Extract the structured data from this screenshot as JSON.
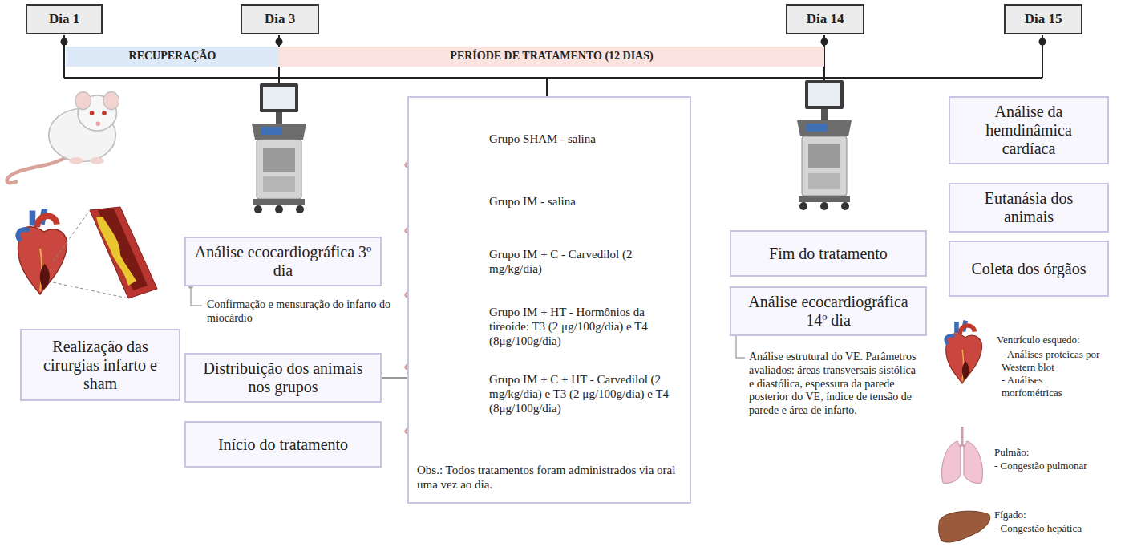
{
  "diagram": {
    "nodes": [
      {
        "text": [
          "Dia 1"
        ]
      },
      {
        "text": [
          "Dia 3"
        ]
      },
      {
        "text": [
          "Dia 14"
        ]
      },
      {
        "text": [
          "Dia 15"
        ]
      },
      {
        "text": [
          "RECUPERAÇÃO"
        ]
      },
      {
        "text": [
          "PERÍODE DE TRATAMENTO (12 DIAS)"
        ]
      },
      {
        "text": [
          "Realização das cirurgias infarto e sham"
        ]
      },
      {
        "text": [
          "Análise ecocardiográfica 3º dia"
        ]
      },
      {
        "text": [
          "Distribuição dos animais nos grupos"
        ]
      },
      {
        "text": [
          "Início do tratamento"
        ]
      },
      {
        "text": [
          "Grupo SHAM - salina",
          "Grupo IM - salina",
          "Grupo IM + C - Carvedilol (2 mg/kg/dia)",
          "Grupo IM + HT - Hormônios da tireoide: T3 (2 μg/100g/dia) e T4 (8μg/100g/dia)",
          "Grupo IM + C + HT - Carvedilol (2 mg/kg/dia) e T3 (2 μg/100g/dia) e T4 (8μg/100g/dia)",
          "Obs.: Todos tratamentos foram administrados via oral uma vez ao dia."
        ]
      },
      {
        "text": [
          "Fim do tratamento"
        ]
      },
      {
        "text": [
          "Análise ecocardiográfica 14º dia"
        ]
      },
      {
        "text": [
          "Análise da hemdinâmica cardíaca"
        ]
      },
      {
        "text": [
          "Eutanásia dos animais"
        ]
      },
      {
        "text": [
          "Coleta dos órgãos"
        ]
      }
    ],
    "edges": [
      {
        "from": 8,
        "to": 10,
        "arrow": "none"
      }
    ],
    "labels": [
      "Confirmação e mensuração do infarto do miocárdio",
      "Análise estrutural do VE. Parâmetros avaliados: áreas transversais sistólica e diastólica, espessura da parede posterior do VE, índice de tensão de parede e área de infarto.",
      "Ventrículo esquedo:",
      "- Análises proteicas por Western blot",
      "- Análises morfométricas",
      "Pulmão:",
      "- Congestão pulmonar",
      "Fígado:",
      "- Congestão hepática"
    ]
  }
}
